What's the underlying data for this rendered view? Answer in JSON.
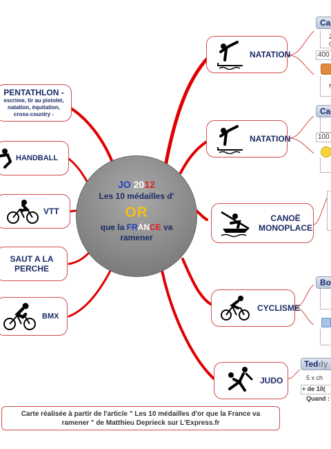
{
  "center": {
    "jo": "JO",
    "y20": "20",
    "y12": "12",
    "line2": "Les 10 médailles d'",
    "or": "OR",
    "que": "que la ",
    "fr": "FR",
    "an": "AN",
    "ce": "CE",
    "va": " va",
    "ramener": "ramener"
  },
  "nodes": {
    "pentathlon": {
      "title": "PENTATHLON -",
      "l1": "escrime, tir au pistolet,",
      "l2": "natation, équitation,",
      "l3": "cross-country -"
    },
    "handball": "HANDBALL",
    "vtt": "VTT",
    "saut": {
      "l1": "SAUT A LA",
      "l2": "PERCHE"
    },
    "bmx": "BMX",
    "natation1": "NATATION",
    "natation2": "NATATION",
    "canoe": {
      "l1": "CANOË",
      "l2": "MONOPLACE"
    },
    "cyclisme": "CYCLISME",
    "judo": "JUDO"
  },
  "side": {
    "ca1": "Ca",
    "r400": "400",
    "n1": "N",
    "z1": "Z",
    "c1": "C",
    "ca2": "Ca",
    "r100": "100",
    "bo": "Bo",
    "ted": "Ted",
    "dy": "dy",
    "ch5": "5 x ch",
    "de100": "+ de 10(",
    "quand": "Quand :"
  },
  "note": {
    "l1": "Carte réalisée à partir de l'article \" Les 10 médailles d'or que la France va",
    "l2": "ramener \" de Matthieu Deprieck sur L'Express.fr"
  },
  "colors": {
    "branch": "#e00000",
    "node_border": "#d24a4a",
    "label": "#1a2a66",
    "blue": "#1f3fbf",
    "red": "#e02020",
    "gold": "#f0c020"
  }
}
